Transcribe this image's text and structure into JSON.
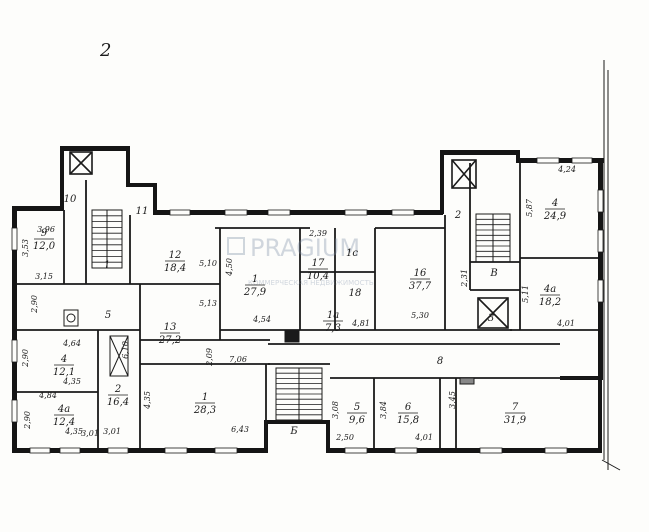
{
  "sheet_number": "2",
  "watermark": {
    "main": "PRAGIUM",
    "sub": "КОММЕРЧЕСКАЯ НЕДВИЖИМОСТЬ"
  },
  "rooms": [
    {
      "id": "r10",
      "number": "10",
      "area": ""
    },
    {
      "id": "r9",
      "number": "9",
      "area": "12,0"
    },
    {
      "id": "r11",
      "number": "11",
      "area": ""
    },
    {
      "id": "r12",
      "number": "12",
      "area": "18,4"
    },
    {
      "id": "r1a",
      "number": "1",
      "area": "27,9"
    },
    {
      "id": "r17",
      "number": "17",
      "area": "10,4"
    },
    {
      "id": "r1c",
      "number": "1с",
      "area": ""
    },
    {
      "id": "r18",
      "number": "18",
      "area": ""
    },
    {
      "id": "r1ab",
      "number": "1а",
      "area": "7,3"
    },
    {
      "id": "r16",
      "number": "16",
      "area": "37,7"
    },
    {
      "id": "r2r",
      "number": "2",
      "area": ""
    },
    {
      "id": "rB",
      "number": "В",
      "area": ""
    },
    {
      "id": "r3",
      "number": "3",
      "area": ""
    },
    {
      "id": "r4r",
      "number": "4",
      "area": "24,9"
    },
    {
      "id": "r4ar",
      "number": "4а",
      "area": "18,2"
    },
    {
      "id": "r5w",
      "number": "5",
      "area": ""
    },
    {
      "id": "r13",
      "number": "13",
      "area": "27,2"
    },
    {
      "id": "r4l",
      "number": "4",
      "area": "12,1"
    },
    {
      "id": "r4al",
      "number": "4а",
      "area": "12,4"
    },
    {
      "id": "r2l",
      "number": "2",
      "area": "16,4"
    },
    {
      "id": "r1b",
      "number": "1",
      "area": "28,3"
    },
    {
      "id": "rB2",
      "number": "Б",
      "area": ""
    },
    {
      "id": "r8",
      "number": "8",
      "area": ""
    },
    {
      "id": "r5b",
      "number": "5",
      "area": "9,6"
    },
    {
      "id": "r6",
      "number": "6",
      "area": "15,8"
    },
    {
      "id": "r7",
      "number": "7",
      "area": "31,9"
    },
    {
      "id": "r1s",
      "number": "1",
      "area": ""
    }
  ],
  "dimensions": [
    "3,96",
    "3,53",
    "3,15",
    "5,10",
    "5,13",
    "4,54",
    "2,39",
    "4,81",
    "5,30",
    "4,24",
    "5,87",
    "4,01",
    "4,64",
    "4,35",
    "4,84",
    "4,35",
    "6,10",
    "3,01",
    "4,35",
    "6,43",
    "7,06",
    "3,08",
    "3,84",
    "3,45",
    "2,50",
    "4,01",
    "2,90",
    "2,90",
    "3,01",
    "2,90",
    "2,09",
    "5,11",
    "2,31",
    "4,50"
  ]
}
